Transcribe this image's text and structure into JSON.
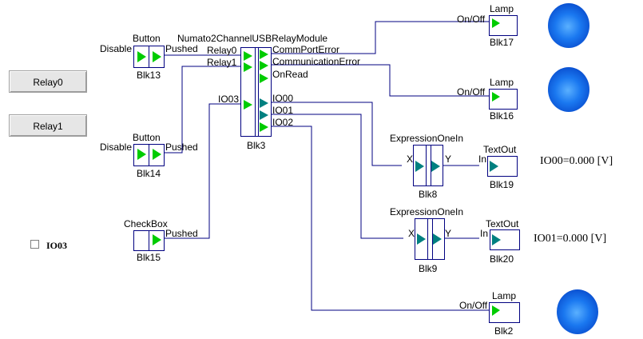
{
  "buttons": {
    "relay0": "Relay0",
    "relay1": "Relay1"
  },
  "checkbox": {
    "label": "IO03",
    "checked": false
  },
  "blocks": {
    "blk13": {
      "type": "Button",
      "name": "Blk13",
      "in": "Disable",
      "out": "Pushed"
    },
    "blk14": {
      "type": "Button",
      "name": "Blk14",
      "in": "Disable",
      "out": "Pushed"
    },
    "blk15": {
      "type": "CheckBox",
      "name": "Blk15",
      "out": "Pushed"
    },
    "blk3": {
      "type": "Numato2ChannelUSBRelayModule",
      "name": "Blk3",
      "inputs": [
        "Relay0",
        "Relay1",
        "IO03"
      ],
      "outputs": [
        "CommPortError",
        "CommunicationError",
        "OnRead",
        "IO00",
        "IO01",
        "IO02"
      ]
    },
    "blk17": {
      "type": "Lamp",
      "name": "Blk17",
      "in": "On/Off"
    },
    "blk16": {
      "type": "Lamp",
      "name": "Blk16",
      "in": "On/Off"
    },
    "blk2": {
      "type": "Lamp",
      "name": "Blk2",
      "in": "On/Off"
    },
    "blk8": {
      "type": "ExpressionOneIn",
      "name": "Blk8",
      "in": "X",
      "out": "Y"
    },
    "blk9": {
      "type": "ExpressionOneIn",
      "name": "Blk9",
      "in": "X",
      "out": "Y"
    },
    "blk19": {
      "type": "TextOut",
      "name": "Blk19",
      "in": "In"
    },
    "blk20": {
      "type": "TextOut",
      "name": "Blk20",
      "in": "In"
    }
  },
  "readouts": {
    "io00": "IO00=0.000 [V]",
    "io01": "IO01=0.000 [V]"
  },
  "colors": {
    "wire": "#000080",
    "pin_green": "#00cc00",
    "pin_teal": "#008080",
    "lamp": "#1a78f0"
  }
}
